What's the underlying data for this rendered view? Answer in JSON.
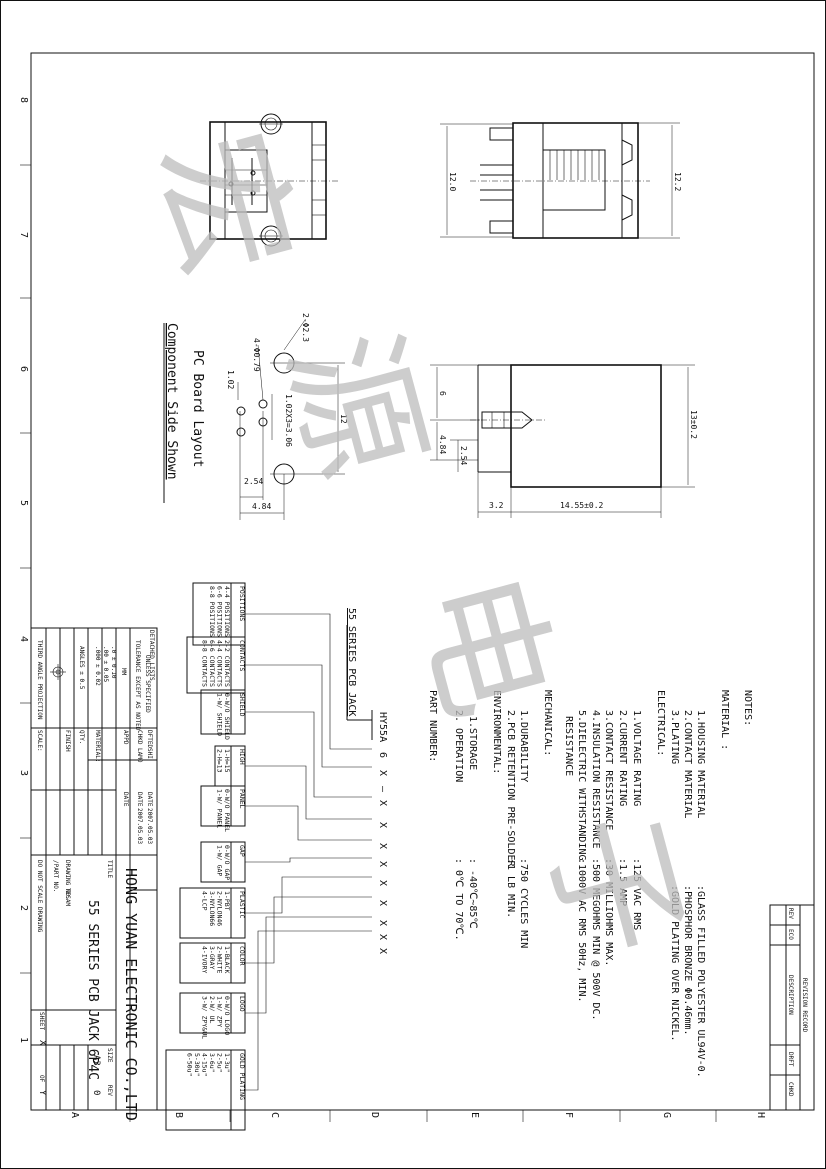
{
  "grid": {
    "numbers": [
      "8",
      "7",
      "6",
      "5",
      "4",
      "3",
      "2",
      "1"
    ],
    "letters": [
      "A",
      "B",
      "C",
      "D",
      "E",
      "F",
      "G",
      "H"
    ]
  },
  "notes": {
    "title": "NOTES:",
    "lines": [
      "MATERIAL  :",
      "1.HOUSING MATERIAL",
      "2.CONTACT MATERIAL",
      "3.PLATING",
      "ELECTRICAL:",
      "1.VOLTAGE RATING",
      "2.CURRENT RATING",
      "3.CONTACT RESISTANCE",
      "4.INSULATION RESISTANCE",
      "5.DIELECTRIC WITHSTANDING",
      "RESISTANCE",
      "MECHANICAL:",
      "1.DURABILITY",
      "2.PCB RETENTION PRE-SOLDER",
      "ENVIRONMENTAL:",
      "1.STORAGE",
      "2. OPERATION",
      "PART NUMBER:"
    ],
    "values": [
      ":GLASS FILLED POLYESTER UL94V-0.",
      ":PHOSPHOR BRONZE Φ0.46mm.",
      ":GOLD PLATING OVER NICKEL.",
      ":125 VAC RMS",
      ":1.5 AMP",
      ":30 MILLIOHMS MAX.",
      ":500 MEGOHMS MIN @ 500V DC.",
      ":1000V AC RMS 50Hz, MIN.",
      ":750 CYCLES MIN",
      ":1 LB MIN.",
      ": -40℃~85℃",
      ": 0℃ TO 70℃."
    ]
  },
  "part_number": {
    "series_label": "55 SERIES PCB JACK",
    "code": "HY55A",
    "chars": [
      "6",
      "X",
      "—",
      "X",
      "X",
      "X",
      "X",
      "X",
      "X",
      "X",
      "X",
      "X"
    ]
  },
  "option_boxes": [
    {
      "title": "POSITIONS",
      "items": [
        "4-4 POSITIONS",
        "6-6 POSITIONS",
        "8-8 POSITIONS"
      ]
    },
    {
      "title": "CONTACTS",
      "items": [
        "2-2 CONTACTS",
        "4-4 CONTACTS",
        "6-6 CONTACTS",
        "8-8 CONTACTS"
      ]
    },
    {
      "title": "SHIELD",
      "items": [
        "0-W/O SHIELD",
        "1-W/ SHIELD"
      ]
    },
    {
      "title": "HIGH",
      "items": [
        "1-H=15",
        "2-H=13"
      ]
    },
    {
      "title": "PANEL",
      "items": [
        "0-W/O PANEL",
        "1-W/ PANEL"
      ]
    },
    {
      "title": "GAP",
      "items": [
        "0-W/O GAP",
        "1-W/ GAP"
      ]
    },
    {
      "title": "PLASTIC",
      "items": [
        "1-PBT",
        "2-NYLON46",
        "3-NYLON66",
        "4-LCP"
      ]
    },
    {
      "title": "COLOR",
      "items": [
        "1-BLACK",
        "2-WHITE",
        "3-GRAY",
        "4-IVORY"
      ]
    },
    {
      "title": "LOGO",
      "items": [
        "0-W/O LOGO",
        "1-W/ ZPY",
        "2-W/ UL",
        "3-W/ ZPY&UL"
      ]
    },
    {
      "title": "GOLD PLATING",
      "items": [
        "1-3u\"",
        "2-5u\"",
        "3-6u\"",
        "4-15u\"",
        "5-30u\"",
        "6-50u\""
      ]
    }
  ],
  "pcb_layout": {
    "title": "PC Board Layout",
    "subtitle": "Component Side Shown",
    "dims": [
      "2-Φ2.3",
      "4-Φ0.79",
      "1.02",
      "1.02X3=3.06",
      "12",
      "2.54",
      "4.84"
    ]
  },
  "top_view": {
    "dims": [
      "12.0",
      "12.2"
    ]
  },
  "side_view": {
    "dims": [
      "6",
      "4.84",
      "2.54",
      "13±0.2",
      "3.2",
      "14.55±0.2"
    ]
  },
  "revision": {
    "header": "REVISION RECORD",
    "cols": [
      "REV",
      "ECO",
      "DESCRIPTION",
      "DRFT",
      "CHKD"
    ]
  },
  "title_block": {
    "company": "HONG YUAN ELECTRONIC CO.,LTD",
    "title_label": "TITLE",
    "title": "55 SERIES PCB JACK 6P4C",
    "drawing_no_label": "DRAWING NO.",
    "drawing_no": "TESAM",
    "part_no_label": "/PART NO.",
    "do_not_scale": "DO NOT SCALE DRAWING",
    "size_label": "SIZE",
    "size": "A3",
    "rev_label": "REV",
    "rev": "0",
    "sheet_label": "SHEET",
    "sheet": "X",
    "of_label": "OF",
    "of": "Y",
    "dfted_label": "DFTED",
    "dfted": "SHI",
    "chkd_label": "CHKD",
    "chkd": "LAMO",
    "date_label": "DATE",
    "date1": "2007.05.03",
    "date2": "2007.05.03",
    "appd_label": "APPD",
    "qty_label": "QTY.",
    "material_label": "MATERIAL:",
    "finish_label": "FINISH",
    "scale_label": "SCALE:",
    "detached": "DETACHED LISTS",
    "unless": "UNLESS SPECIFIED",
    "tolerance": "TOLERANCE EXCEPT AS NOTED",
    "mm_label": "MM",
    "angles": "ANGLES ± 0.5",
    "third_angle": "THIRD ANGLE PROJECTION",
    "tol_vals": [
      ".0 ± 0.10",
      ".00 ± 0.05",
      ".000 ± 0.02"
    ]
  },
  "watermark": [
    "宏",
    "源",
    "电",
    "子"
  ]
}
